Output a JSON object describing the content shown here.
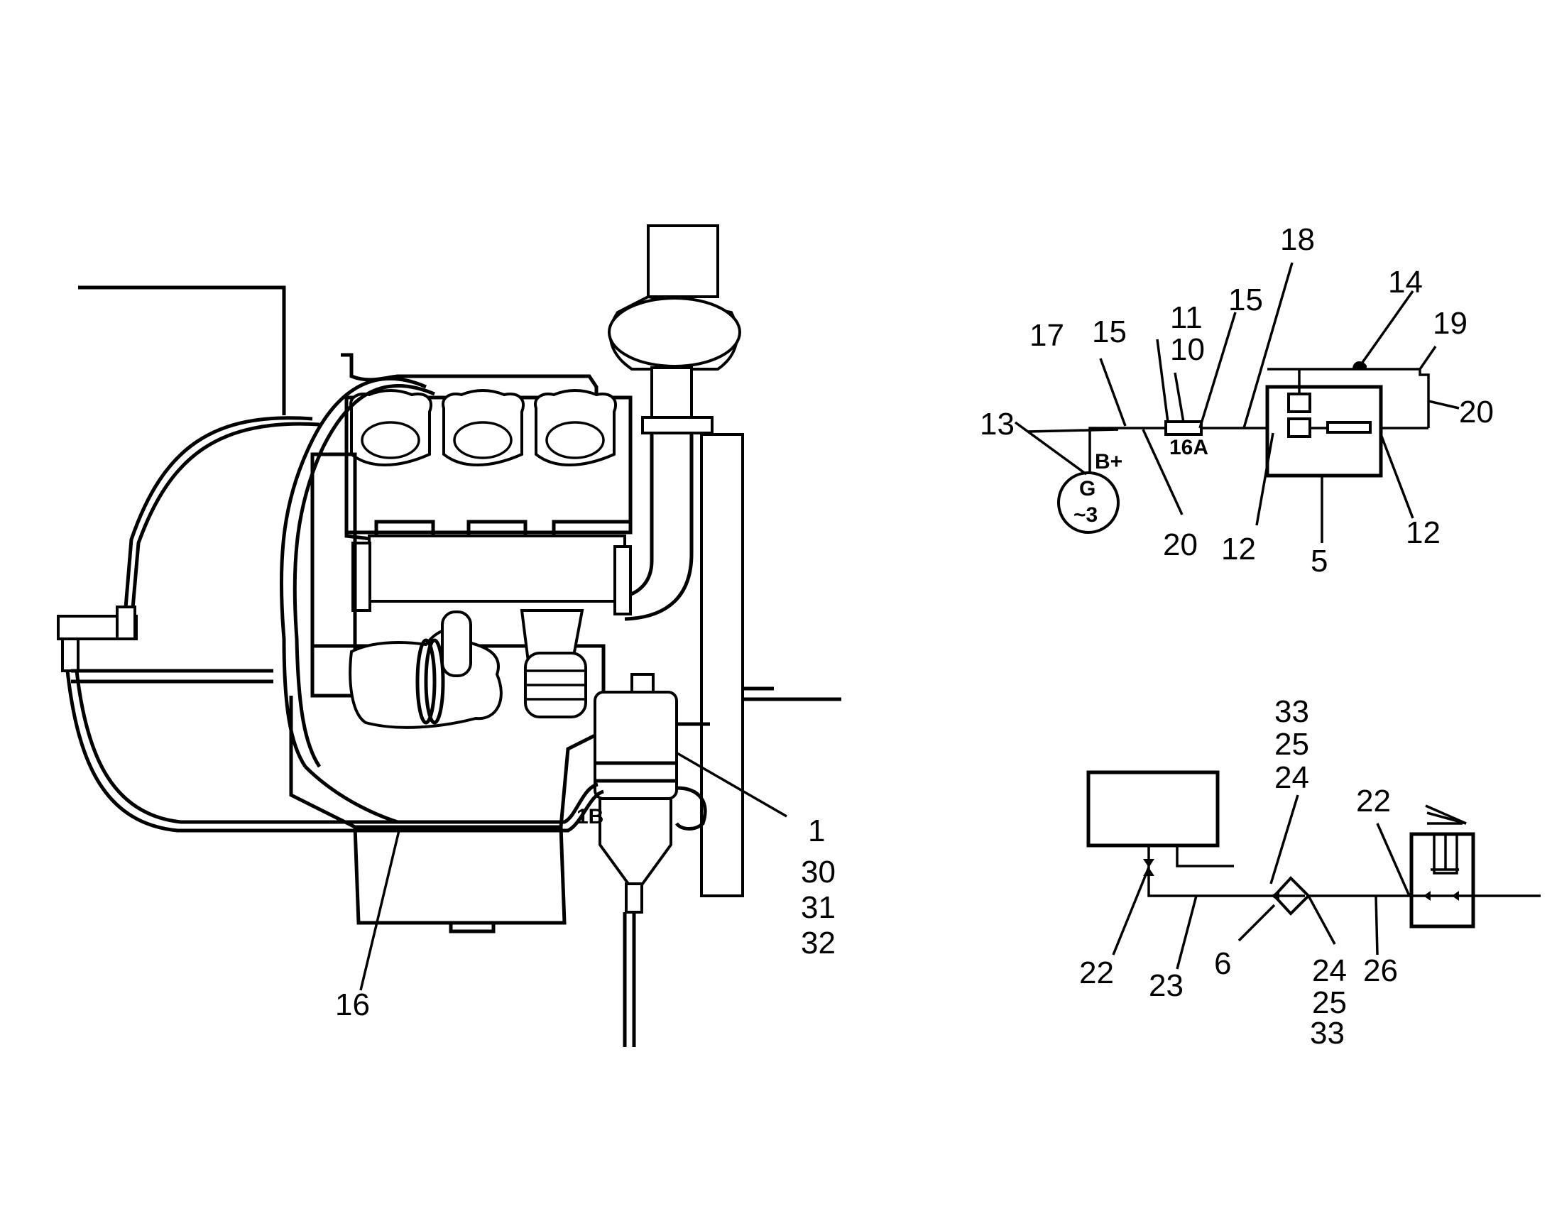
{
  "colors": {
    "line": "#000000",
    "background": "#ffffff"
  },
  "engine_view": {
    "callouts": {
      "c1": "1",
      "c30": "30",
      "c31": "31",
      "c32": "32",
      "c16": "16"
    },
    "filter_mark": "1B"
  },
  "electrical_schematic": {
    "callouts": {
      "c13": "13",
      "c17": "17",
      "c15a": "15",
      "c11": "11",
      "c10": "10",
      "c15b": "15",
      "c18": "18",
      "c14": "14",
      "c19": "19",
      "c20a": "20",
      "c20b": "20",
      "c12a": "12",
      "c5": "5",
      "c12b": "12"
    },
    "generator_terminal": "B+",
    "generator_letter": "G",
    "generator_phase": "~3",
    "fuse_label": "16A"
  },
  "fuel_schematic": {
    "callouts": {
      "c33a": "33",
      "c25a": "25",
      "c24a": "24",
      "c22a": "22",
      "c22b": "22",
      "c23": "23",
      "c6": "6",
      "c24b": "24",
      "c25b": "25",
      "c33b": "33",
      "c26": "26"
    }
  }
}
